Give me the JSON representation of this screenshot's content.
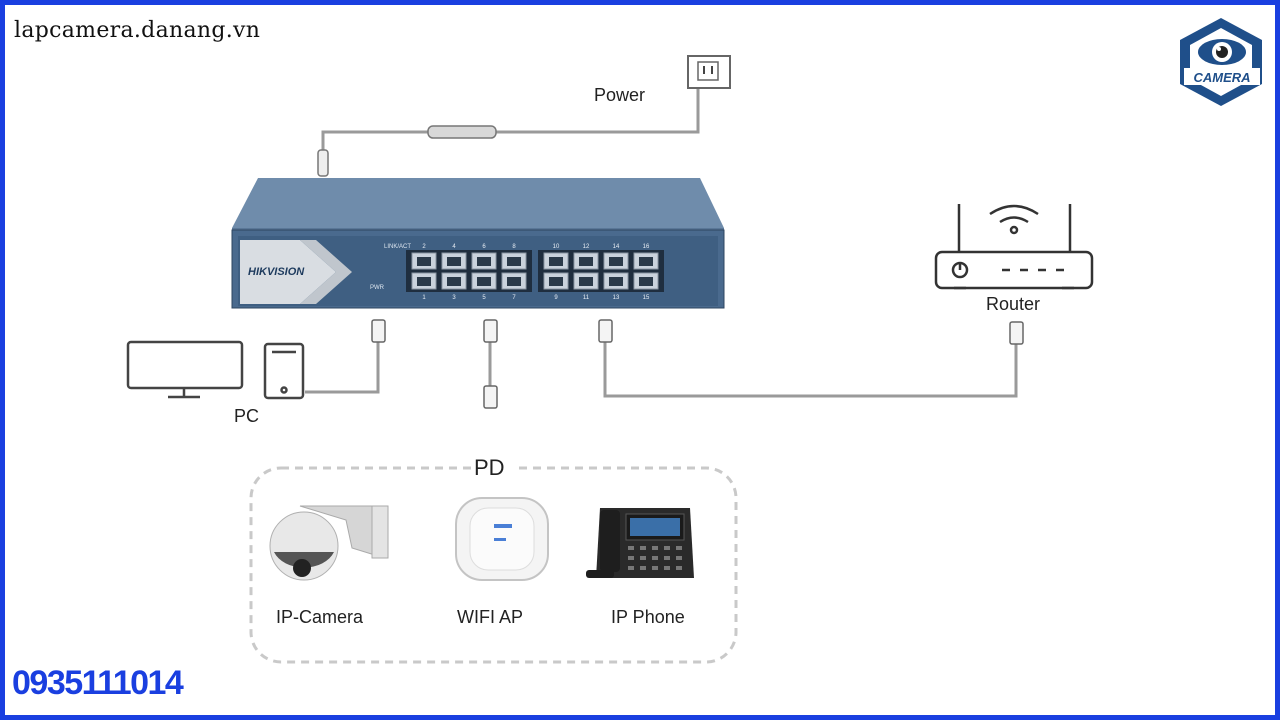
{
  "site": "lapcamera.danang.vn",
  "phone": "0935111014",
  "logo": {
    "text": "CAMERA",
    "color": "#1f4f8a"
  },
  "diagram": {
    "power_label": "Power",
    "router_label": "Router",
    "pc_label": "PC",
    "pd_label": "PD",
    "switch": {
      "brand": "HIKVISION",
      "link_act": "LINK/ACT",
      "pwr": "PWR",
      "top_ports": [
        "2",
        "4",
        "6",
        "8",
        "10",
        "12",
        "14",
        "16"
      ],
      "bottom_ports": [
        "1",
        "3",
        "5",
        "7",
        "9",
        "11",
        "13",
        "15"
      ]
    },
    "devices": [
      "IP-Camera",
      "WIFI AP",
      "IP Phone"
    ]
  },
  "colors": {
    "border": "#1a3fe0",
    "switch_body": "#4a6a8e",
    "phone": "#1a3fe0"
  }
}
